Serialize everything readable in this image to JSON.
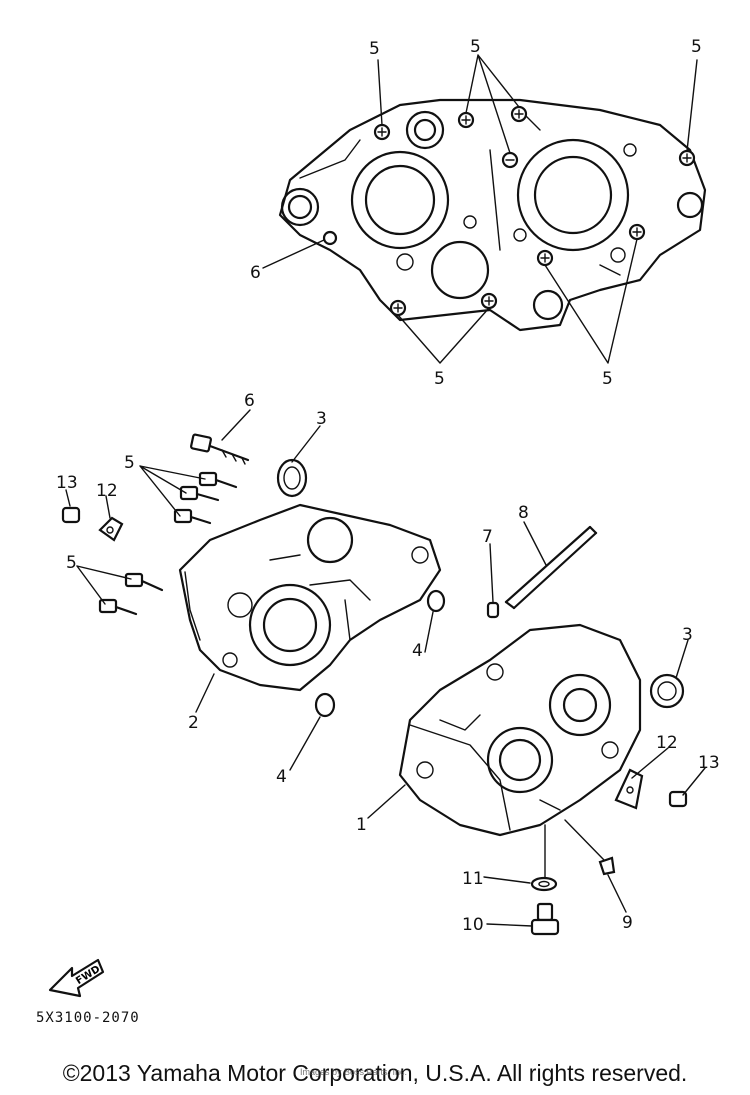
{
  "callouts": {
    "c5a": "5",
    "c5b": "5",
    "c5c": "5",
    "c6a": "6",
    "c5d": "5",
    "c5e": "5",
    "c6b": "6",
    "c3a": "3",
    "c5f": "5",
    "c13a": "13",
    "c12a": "12",
    "c5g": "5",
    "c2": "2",
    "c4a": "4",
    "c4b": "4",
    "c8": "8",
    "c7": "7",
    "c3b": "3",
    "c12b": "12",
    "c13b": "13",
    "c1": "1",
    "c11": "11",
    "c10": "10",
    "c9": "9"
  },
  "fwd_label": "FWD",
  "part_number": "5X3100-2070",
  "copyright": "©2013 Yamaha Motor Corporation, U.S.A. All rights reserved.",
  "watermark": "Images by Boss Parts, Inc."
}
